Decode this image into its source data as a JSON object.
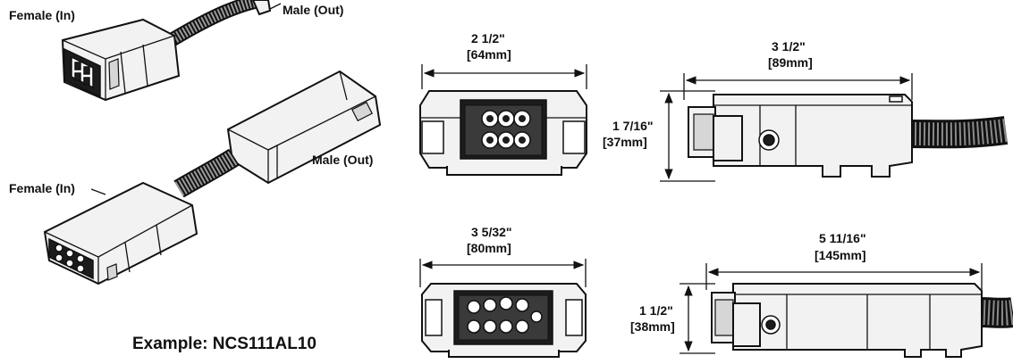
{
  "labels": {
    "top_female": "Female (In)",
    "top_male": "Male (Out)",
    "mid_male": "Male (Out)",
    "bottom_female": "Female (In)",
    "example": "Example: NCS111AL10"
  },
  "dimensions": {
    "top_front_width": {
      "imperial": "2 1/2\"",
      "metric": "[64mm]"
    },
    "top_side_length": {
      "imperial": "3 1/2\"",
      "metric": "[89mm]"
    },
    "top_side_height": {
      "imperial": "1 7/16\"",
      "metric": "[37mm]"
    },
    "bottom_front_width": {
      "imperial": "3 5/32\"",
      "metric": "[80mm]"
    },
    "bottom_side_length": {
      "imperial": "5 11/16\"",
      "metric": "[145mm]"
    },
    "bottom_side_height": {
      "imperial": "1 1/2\"",
      "metric": "[38mm]"
    }
  }
}
